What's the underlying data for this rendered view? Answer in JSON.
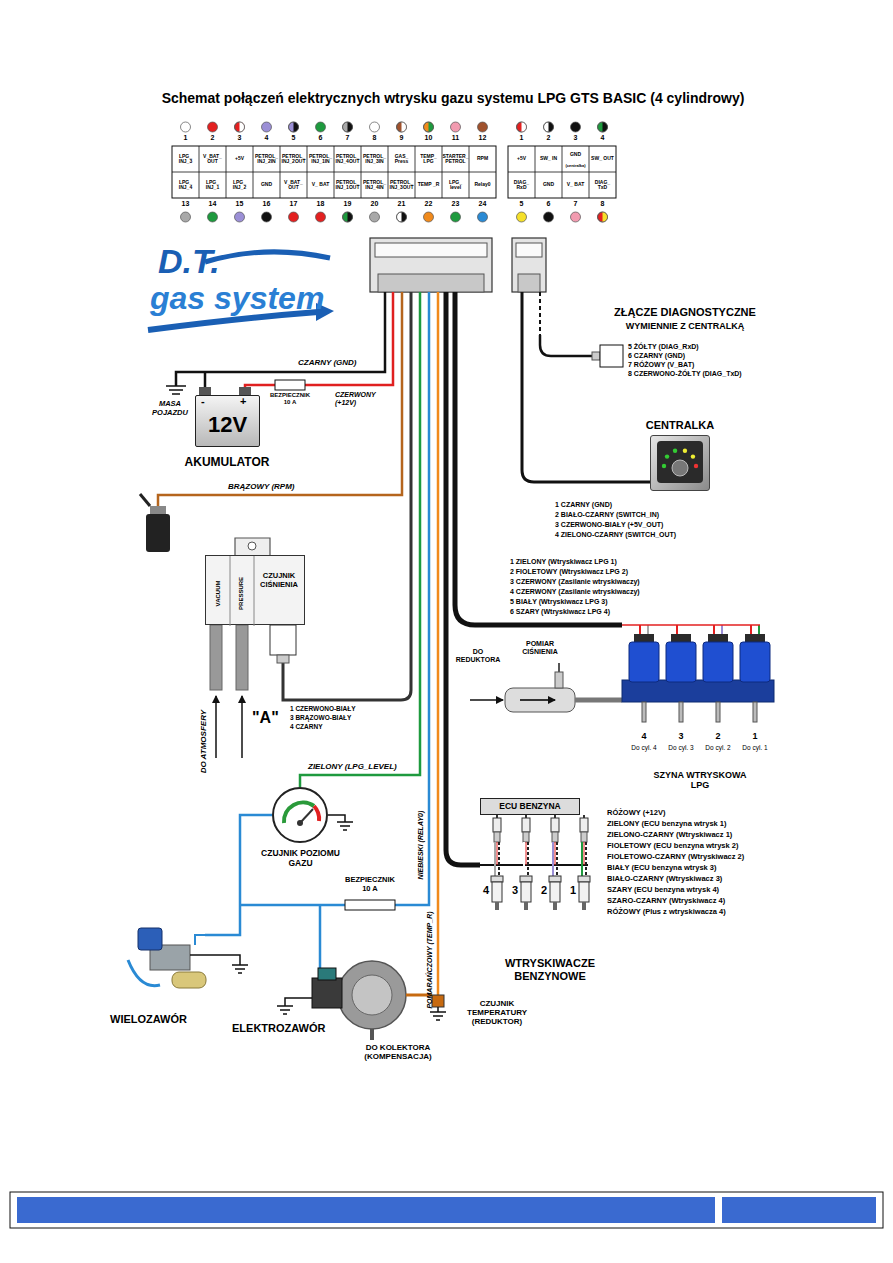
{
  "diagram": {
    "title": "Schemat połączeń elektrycznych wtrysku gazu systemu LPG GTS BASIC (4 cylindrowy)",
    "nodes": [
      {
        "text": [
          "12V",
          "AKUMULATOR"
        ]
      },
      {
        "text": [
          "CENTRALKA"
        ]
      },
      {
        "text": [
          "VACUUM",
          "PRESSURE",
          "CZUJNIK CIŚNIENIA"
        ]
      },
      {
        "text": [
          "ECU BENZYNA"
        ]
      },
      {
        "text": [
          "CZUJNIK POZIOMU GAZU"
        ]
      }
    ],
    "labels": [
      "1",
      "2",
      "3",
      "4",
      "5",
      "6",
      "7",
      "8",
      "9",
      "10",
      "11",
      "12",
      "LPG_ INJ_3",
      "V_BAT_ OUT",
      "+5V",
      "PETROL_ INJ_2IN",
      "PETROL_ INJ_2OUT",
      "PETROL_ INJ_1IN",
      "PETROL_ INJ_4OUT",
      "PETROL_ INJ_3IN",
      "GAS_ Press",
      "TEMP_ LPG",
      "STARTER_ PETROL",
      "RPM",
      "LPG_ INJ_4",
      "LPG_ INJ_1",
      "LPG_ INJ_2",
      "GND",
      "V_BAT_ OUT",
      "V_ BAT",
      "PETROL_ INJ_1OUT",
      "PETROL_ INJ_4IN",
      "PETROL_ INJ_3OUT",
      "TEMP _R",
      "LPG_ level",
      "Relay0",
      "13",
      "14",
      "15",
      "16",
      "17",
      "18",
      "19",
      "20",
      "21",
      "22",
      "23",
      "24",
      "1",
      "2",
      "3",
      "4",
      "+5V",
      "SW_ IN",
      "GND",
      "(centralka)",
      "SW_ OUT",
      "DIAG_ RxD",
      "GND",
      "V_ BAT",
      "DIAG_ TxD",
      "5",
      "6",
      "7",
      "8",
      "D.T.",
      "gas system",
      "ZŁĄCZE DIAGNOSTYCZNE",
      "WYMIENNIE Z CENTRALKĄ",
      "5 ŻÓŁTY (DIAG_RxD)",
      "6 CZARNY (GND)",
      "7 RÓŻOWY (V_BAT)",
      "8 CZERWONO-ŻÓŁTY (DIAG_TxD)",
      "CZARNY (GND)",
      "BEZPIECZNIK 10 A",
      "CZERWONY (+12V)",
      "MASA POJAZDU",
      "-",
      "+",
      "1 CZARNY (GND)",
      "2 BIAŁO-CZARNY (SWITCH_IN)",
      "3 CZERWONO-BIAŁY (+5V_OUT)",
      "4 ZIELONO-CZARNY (SWITCH_OUT)",
      "BRĄZOWY (RPM)",
      "1 ZIELONY (Wtryskiwacz LPG 1)",
      "2 FIOLETOWY (Wtryskiwacz LPG 2)",
      "3 CZERWONY (Zasilanie wtryskiwaczy)",
      "4 CZERWONY (Zasilanie wtryskiwaczy)",
      "5 BIAŁY (Wtryskiwacz LPG 3)",
      "6 SZARY (Wtryskiwacz LPG 4)",
      "DO REDUKTORA",
      "POMIAR CIŚNIENIA",
      "DO ATMOSFERY",
      "\"A\"",
      "1 CZERWONO-BIAŁY",
      "3 BRĄZOWO-BIAŁY",
      "4 CZARNY",
      "4",
      "3",
      "2",
      "1",
      "Do cyl. 4",
      "Do cyl. 3",
      "Do cyl. 2",
      "Do cyl. 1",
      "SZYNA WTRYSKOWA LPG",
      "ZIELONY (LPG_LEVEL)",
      "NIEBIESKI (RELAY0)",
      "RÓŻOWY (+12V)",
      "ZIELONY (ECU benzyna wtrysk 1)",
      "ZIELONO-CZARNY (Wtryskiwacz 1)",
      "FIOLETOWY (ECU benzyna wtrysk 2)",
      "FIOLETOWO-CZARNY (Wtryskiwacz 2)",
      "BIAŁY (ECU benzyna wtrysk 3)",
      "BIAŁO-CZARNY (Wtryskiwacz 3)",
      "SZARY (ECU benzyna wtrysk 4)",
      "SZARO-CZARNY (Wtryskiwacz 4)",
      "RÓŻOWY (Plus z wtryskiwacza 4)",
      "BEZPIECZNIK 10 A",
      "4",
      "3",
      "2",
      "1",
      "POMARAŃCZOWY (TEMP_R)",
      "WTRYSKIWACZE BENZYNOWE",
      "WIELOZAWÓR",
      "ELEKTROZAWÓR",
      "CZUJNIK TEMPERATURY (REDUKTOR)",
      "DO KOLEKTORA (KOMPENSACJA)"
    ]
  }
}
